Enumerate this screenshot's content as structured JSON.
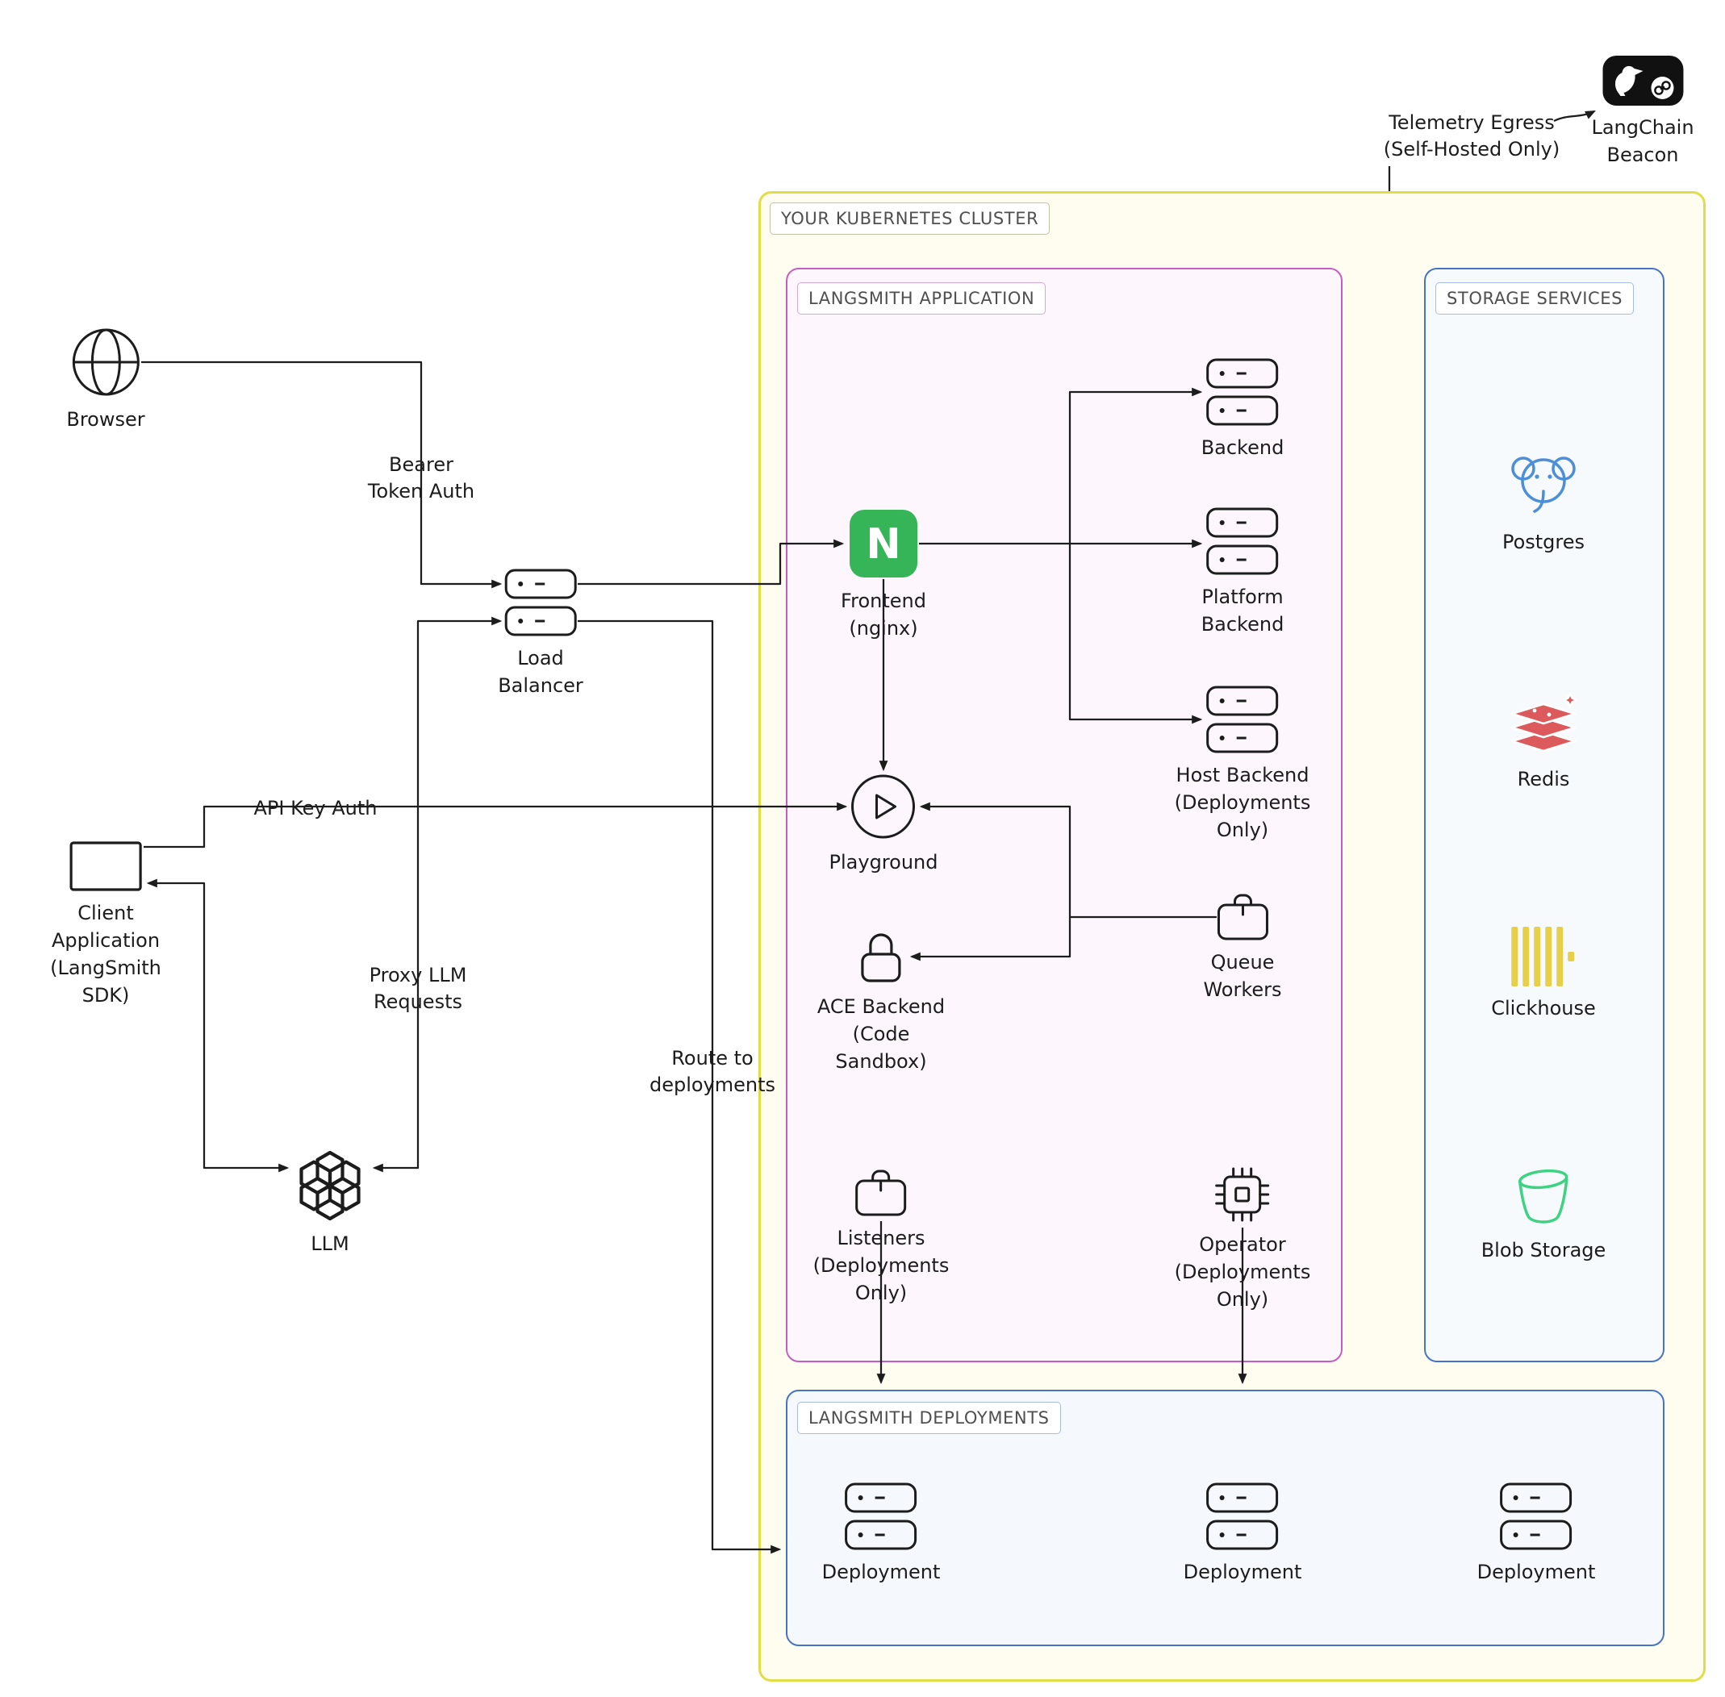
{
  "groups": {
    "cluster": "YOUR KUBERNETES CLUSTER",
    "application": "LANGSMITH APPLICATION",
    "storage": "STORAGE SERVICES",
    "deployments": "LANGSMITH DEPLOYMENTS"
  },
  "nodes": {
    "browser": "Browser",
    "load_balancer": "Load\nBalancer",
    "client_app": "Client\nApplication\n(LangSmith\nSDK)",
    "llm": "LLM",
    "frontend": "Frontend\n(nginx)",
    "backend": "Backend",
    "platform_backend": "Platform\nBackend",
    "host_backend": "Host Backend\n(Deployments\nOnly)",
    "playground": "Playground",
    "ace_backend": "ACE Backend\n(Code\nSandbox)",
    "queue_workers": "Queue\nWorkers",
    "listeners": "Listeners\n(Deployments\nOnly)",
    "operator": "Operator\n(Deployments\nOnly)",
    "postgres": "Postgres",
    "redis": "Redis",
    "clickhouse": "Clickhouse",
    "blob_storage": "Blob Storage",
    "deployment_1": "Deployment",
    "deployment_2": "Deployment",
    "deployment_3": "Deployment",
    "langchain_beacon": "LangChain\nBeacon"
  },
  "edges": {
    "bearer_token": "Bearer\nToken Auth",
    "api_key": "API Key Auth",
    "proxy_llm": "Proxy LLM\nRequests",
    "route_to_deployments": "Route to\ndeployments",
    "telemetry": "Telemetry Egress\n(Self-Hosted Only)"
  },
  "icons": {
    "nginx_letter": "N",
    "browser": "globe-icon",
    "load_balancer": "server-stack-icon",
    "client_app": "window-icon",
    "llm": "openai-logo-icon",
    "frontend": "nginx-logo-icon",
    "playground": "play-circle-icon",
    "ace_backend": "lock-icon",
    "queue_workers": "briefcase-icon",
    "listeners": "briefcase-icon",
    "operator": "cpu-icon",
    "postgres": "postgres-elephant-icon",
    "redis": "redis-stack-icon",
    "clickhouse": "clickhouse-bars-icon",
    "blob_storage": "bucket-icon",
    "langchain_beacon": "bird-and-link-icon"
  },
  "colors": {
    "line": "#1c1c1c",
    "cluster_border": "#e1dd48",
    "cluster_fill": "#fefdf0",
    "app_border": "#c45ec4",
    "app_fill": "#fdf7fd",
    "storage_border": "#4673c6",
    "storage_fill": "#f7fafd",
    "nginx_green": "#35b558",
    "postgres_blue": "#4c8ed8",
    "redis_red": "#dd5a5c",
    "clickhouse_yellow": "#e8cf4a",
    "blob_green": "#3ed283",
    "beacon_black": "#111111"
  }
}
